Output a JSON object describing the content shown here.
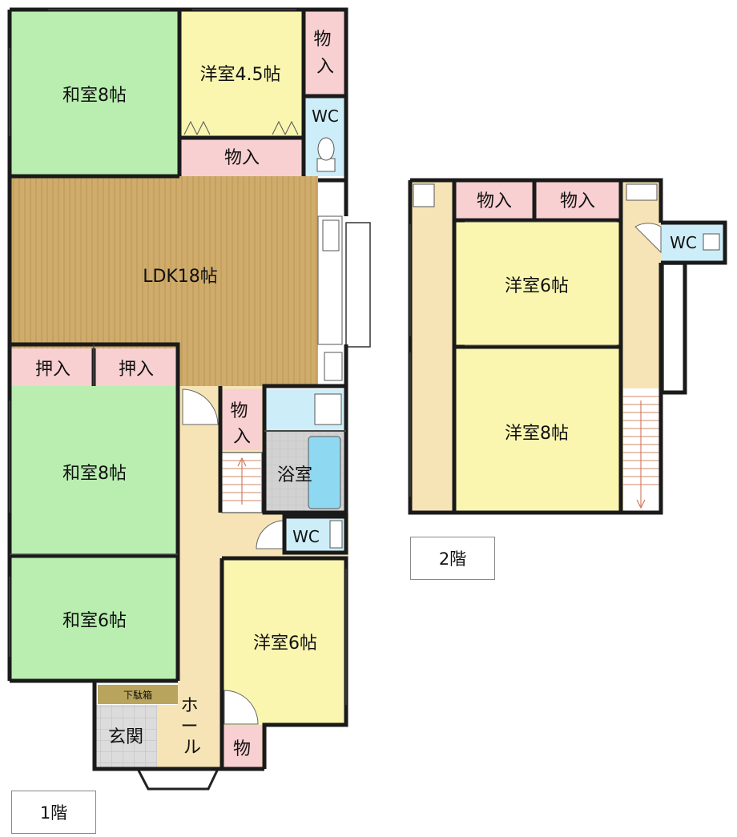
{
  "floor1": {
    "tag": "1階",
    "rooms": {
      "washitsu8_top": "和室8帖",
      "yoshitsu45": "洋室4.5帖",
      "monoire_tr": "物入",
      "wc_top": "WC",
      "monoire_mid": "物入",
      "ldk": "LDK18帖",
      "oshiire_1": "押入",
      "oshiire_2": "押入",
      "monoire_hall": "物入",
      "washitsu8_mid": "和室8帖",
      "bath": "浴室",
      "wc_mid": "WC",
      "washitsu6": "和室6帖",
      "yoshitsu6": "洋室6帖",
      "shoebox": "下駄箱",
      "genkan": "玄関",
      "hall": "ホール",
      "mono_small": "物"
    }
  },
  "floor2": {
    "tag": "2階",
    "rooms": {
      "monoire_a": "物入",
      "monoire_b": "物入",
      "wc": "WC",
      "yoshitsu6": "洋室6帖",
      "yoshitsu8": "洋室8帖"
    }
  },
  "colors": {
    "washitsu": "#b9eeb0",
    "yoshitsu": "#faf6b0",
    "storage": "#f8d0d2",
    "wet": "#cdeef8",
    "ldk": "#cfac6c",
    "hall": "#f6e4b6",
    "bath": "#d4d4d4",
    "tub": "#8ed8f2",
    "wall": "#1a1a1a"
  }
}
